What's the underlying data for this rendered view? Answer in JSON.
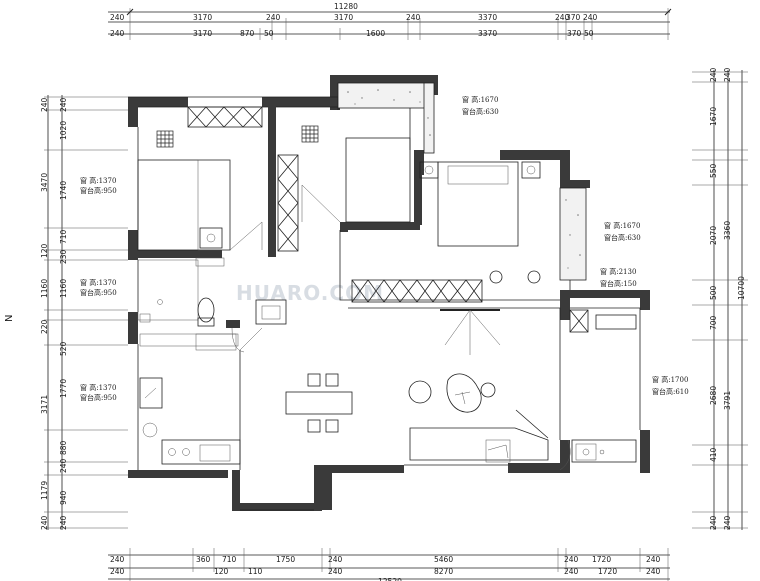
{
  "top_dimensions": {
    "row1": [
      "11280"
    ],
    "row2": [
      "240",
      "3170",
      "240",
      "3170",
      "240",
      "3370",
      "240",
      "370",
      "240"
    ],
    "row3": [
      "240",
      "3170",
      "870",
      "50",
      "1600",
      "3370",
      "370",
      "50"
    ]
  },
  "bottom_dimensions": {
    "row1": [
      "240",
      "360",
      "710",
      "1750",
      "240",
      "5460",
      "240",
      "1720",
      "240"
    ],
    "row2": [
      "240",
      "120",
      "110",
      "240",
      "8270",
      "240",
      "1720",
      "240"
    ],
    "row3": [
      "12520"
    ]
  },
  "left_dimensions": {
    "outer": [
      "240",
      "3470",
      "120",
      "1160",
      "220",
      "3171",
      "1179",
      "240"
    ],
    "inner": [
      "240",
      "1020",
      "1740",
      "710",
      "230",
      "1160",
      "520",
      "1770",
      "880",
      "240",
      "940",
      "240"
    ]
  },
  "right_dimensions": {
    "outer": [
      "240",
      "1670",
      "550",
      "2070",
      "500",
      "700",
      "2680",
      "410",
      "240"
    ],
    "mid": [
      "240",
      "3360",
      "3791",
      "240"
    ],
    "overall": "10700"
  },
  "window_notes": [
    {
      "height": "窗 高:1370",
      "sill": "窗台高:950"
    },
    {
      "height": "窗 高:1370",
      "sill": "窗台高:950"
    },
    {
      "height": "窗 高:1370",
      "sill": "窗台高:950"
    },
    {
      "height": "窗 高:1670",
      "sill": "窗台高:630"
    },
    {
      "height": "窗 高:1670",
      "sill": "窗台高:630"
    },
    {
      "height": "窗 高:2130",
      "sill": "窗台高:150"
    },
    {
      "height": "窗 高:1700",
      "sill": "窗台高:610"
    }
  ],
  "watermark": "HUARO.COM",
  "north_label": "N"
}
